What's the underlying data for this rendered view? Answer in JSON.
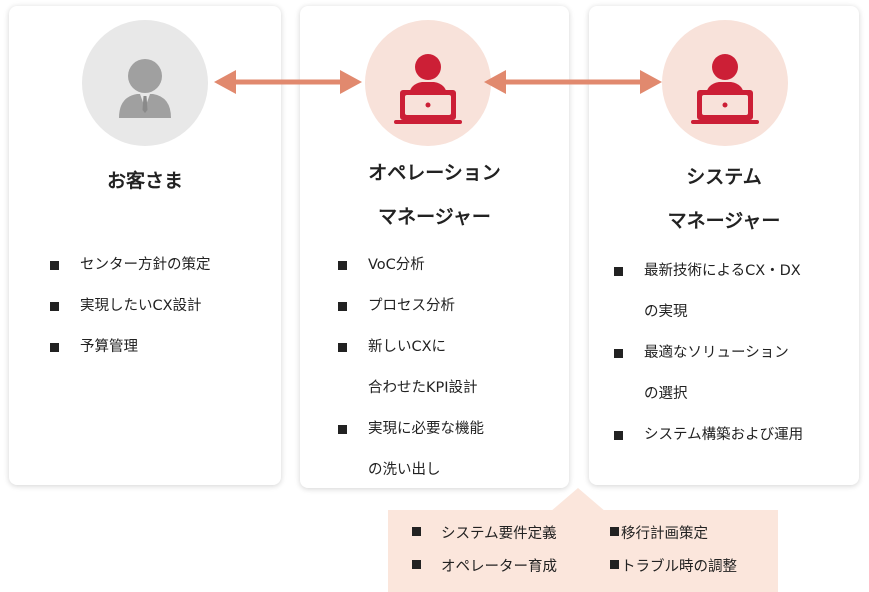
{
  "colors": {
    "accent": "#cc1f36",
    "arrow": "#e1896e",
    "accent_bg": "#f8e2da",
    "customer_icon": "#a0a0a0",
    "customer_bg": "#e8e8e8",
    "callout_bg": "#fbe6dc"
  },
  "cards": {
    "customer": {
      "icon": "person-icon",
      "title": "お客さま",
      "items": [
        "センター方針の策定",
        "実現したいCX設計",
        "予算管理"
      ]
    },
    "operation": {
      "icon": "operator-laptop-icon",
      "title_line1": "オペレーション",
      "title_line2": "マネージャー",
      "items": [
        "VoC分析",
        "プロセス分析",
        "新しいCXに",
        "合わせたKPI設計",
        "実現に必要な機能",
        "の洗い出し"
      ]
    },
    "system": {
      "icon": "operator-laptop-icon",
      "title_line1": "システム",
      "title_line2": "マネージャー",
      "items": [
        "最新技術によるCX・DX",
        "の実現",
        "最適なソリューション",
        "の選択",
        "システム構築および運用"
      ]
    }
  },
  "callout": {
    "items": [
      "システム要件定義",
      "移行計画策定",
      "オペレーター育成",
      "トラブル時の調整"
    ]
  }
}
